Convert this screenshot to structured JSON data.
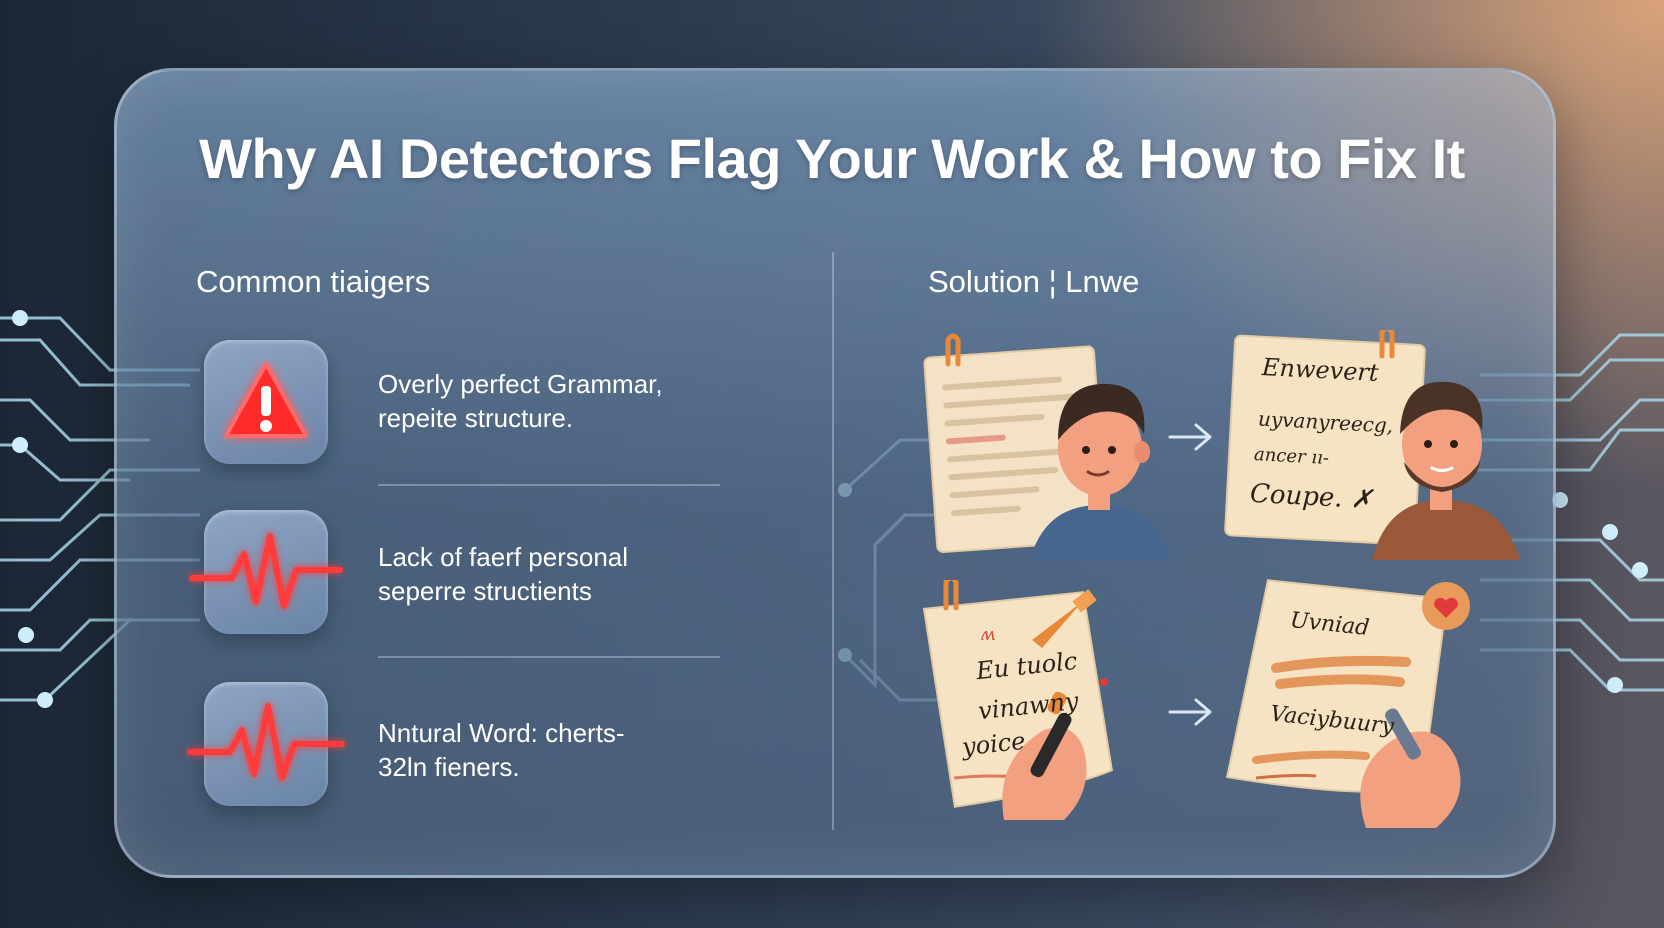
{
  "title": "Why AI Detectors Flag Your Work & How to Fix It",
  "left": {
    "heading": "Common tiaigers",
    "triggers": [
      {
        "icon": "warning-icon",
        "line1": "Overly perfect Grammar,",
        "line2": "repeite structure."
      },
      {
        "icon": "pulse-icon",
        "line1": "Lack of faerf personal",
        "line2": "seperre structients"
      },
      {
        "icon": "pulse-icon",
        "line1": "Nntural Word: cherts-",
        "line2": "32ln fieners."
      }
    ]
  },
  "right": {
    "heading": "Solution ¦ Lnwe",
    "notes": [
      {
        "lines": []
      },
      {
        "lines": [
          "Enwevert",
          "uyvanyreecg,",
          "ancer ıı-",
          "Coupe. ✗"
        ]
      },
      {
        "lines": [
          "ʍ",
          "Eu tuolc",
          "vinawny",
          "yoice"
        ]
      },
      {
        "lines": [
          "Uvniad",
          "Vaciybuury"
        ]
      }
    ]
  },
  "colors": {
    "accent_red": "#ff3b3b",
    "note_paper": "#f6e3c4",
    "pin_orange": "#e8893a",
    "circuit": "#9fd3e6"
  }
}
